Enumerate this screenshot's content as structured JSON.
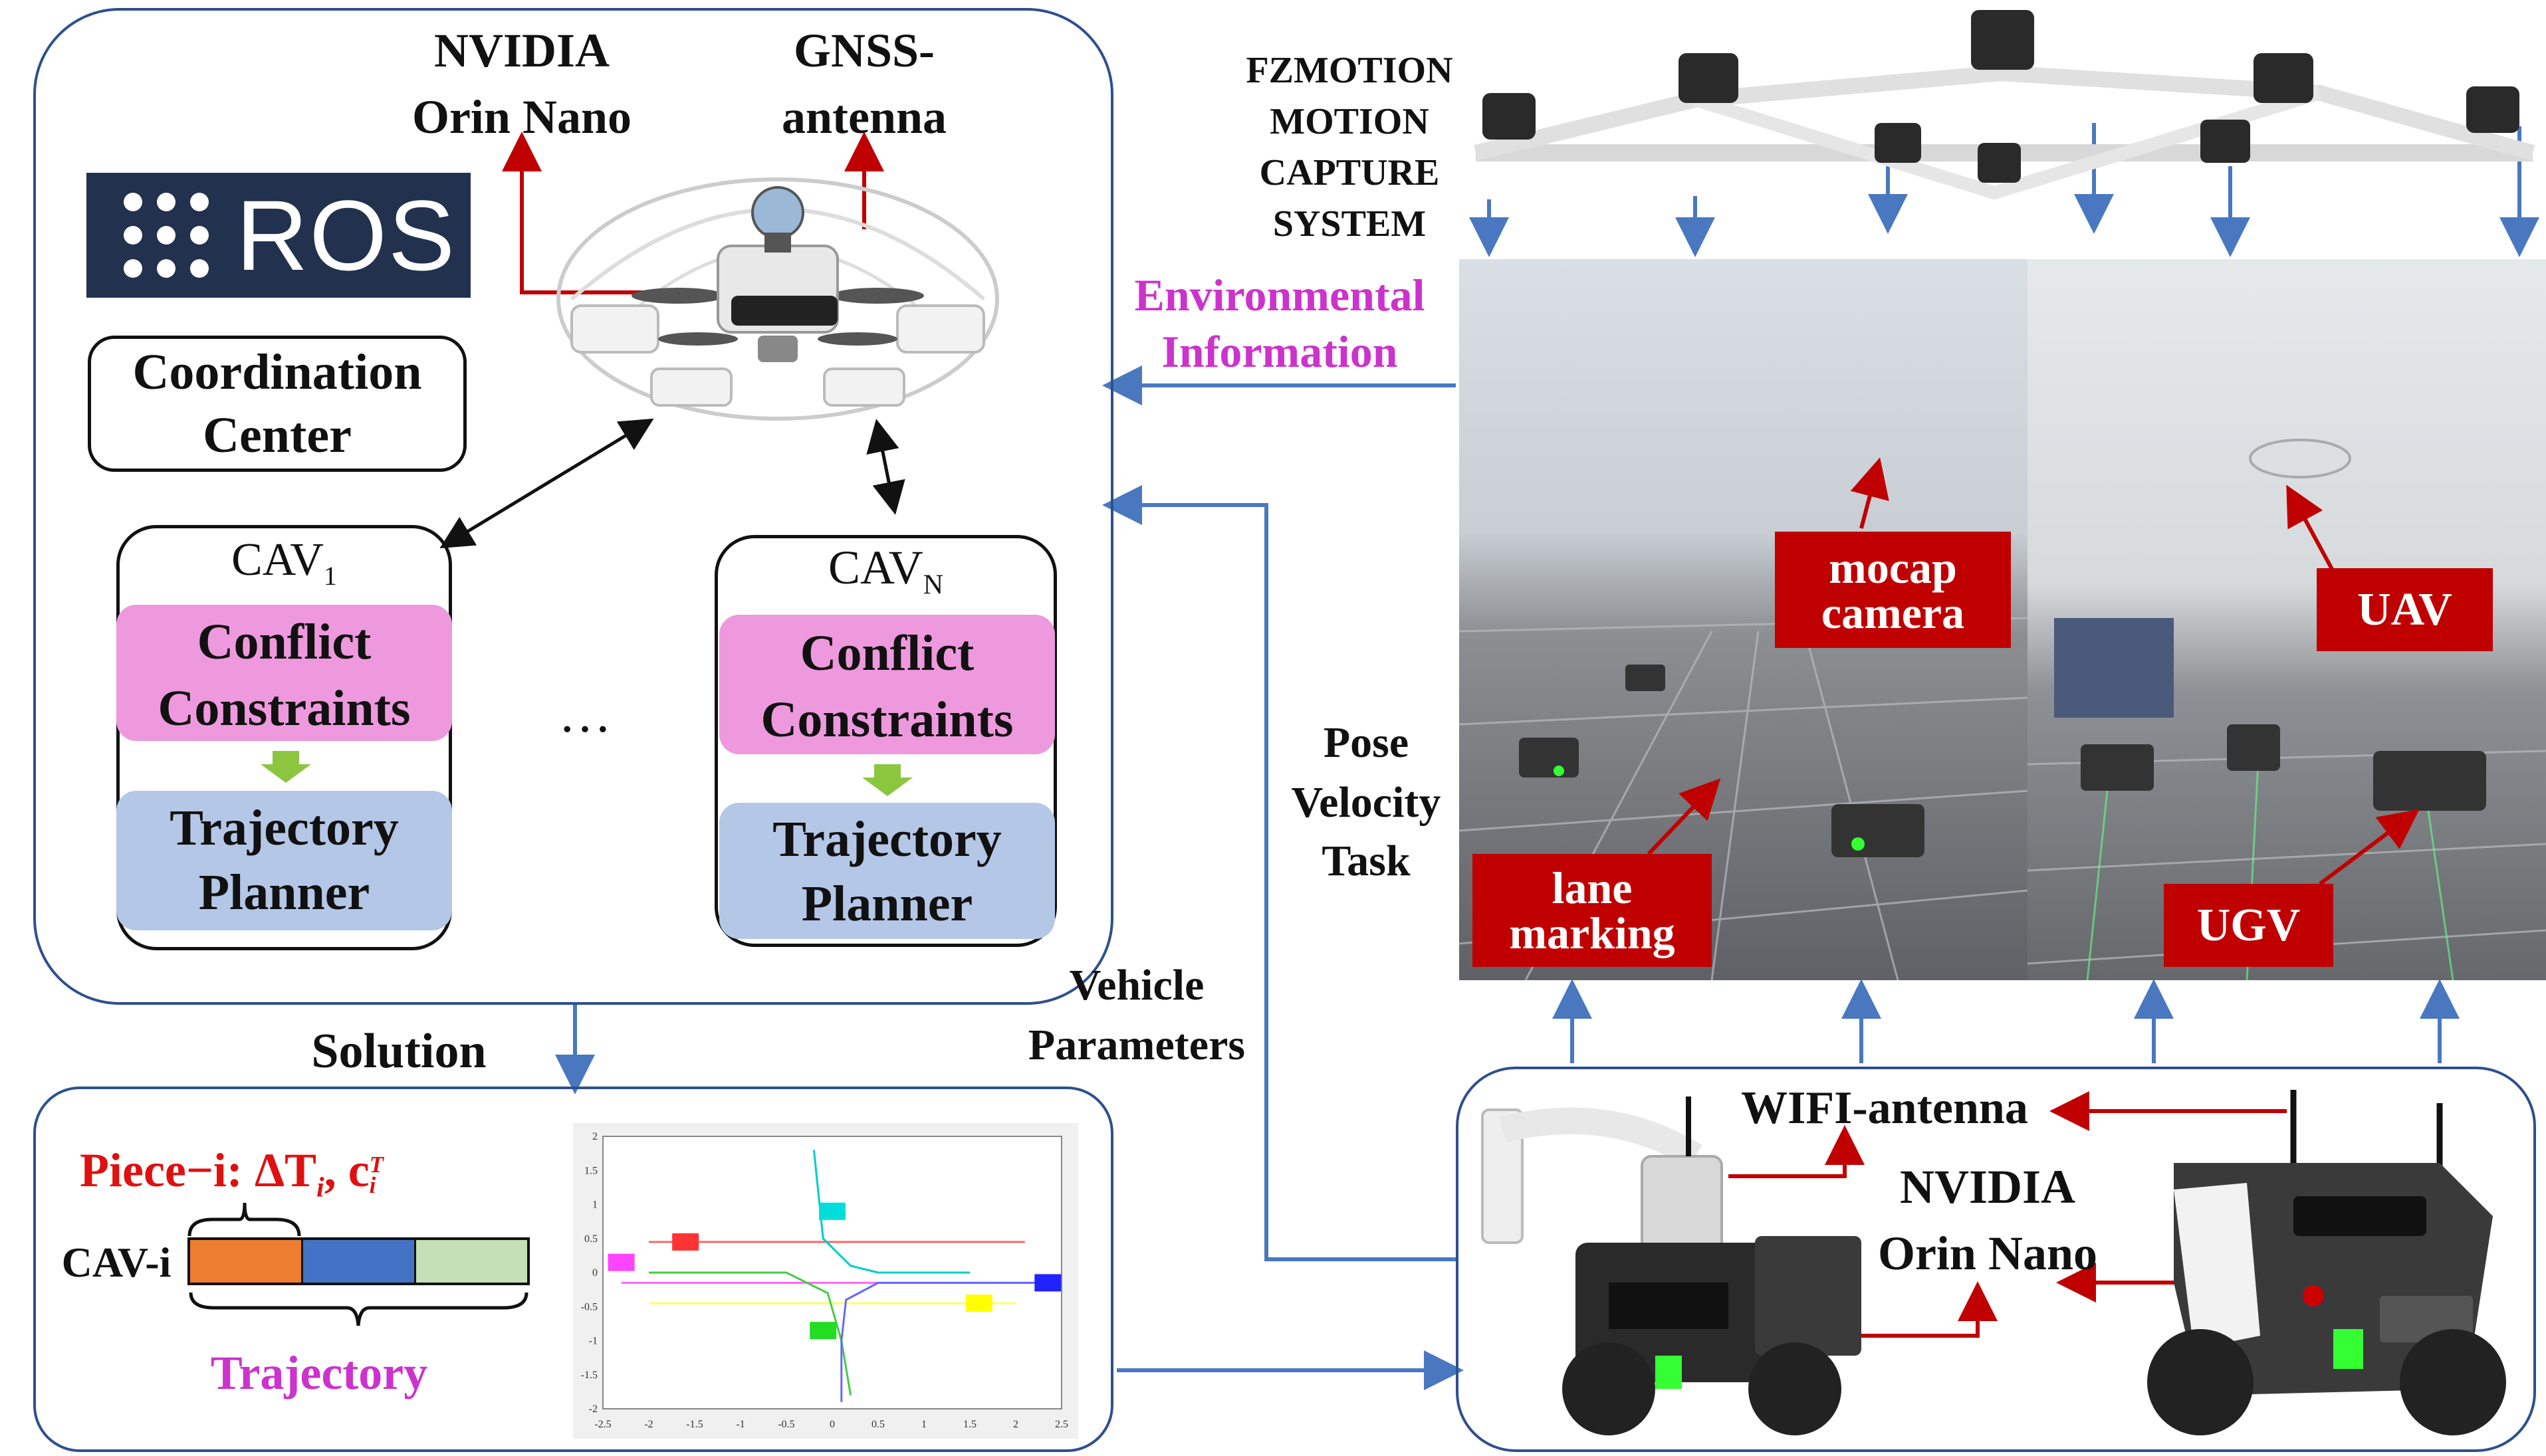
{
  "top_left": {
    "ros_logo": "ROS",
    "coordination_center": [
      "Coordination",
      "Center"
    ],
    "nvidia_label": [
      "NVIDIA",
      "Orin Nano"
    ],
    "gnss_label": [
      "GNSS-",
      "antenna"
    ],
    "cav1": {
      "name": "CAV",
      "sub": "1",
      "conflict": [
        "Conflict",
        "Constraints"
      ],
      "planner": [
        "Trajectory",
        "Planner"
      ]
    },
    "cavn": {
      "name": "CAV",
      "sub": "N",
      "conflict": [
        "Conflict",
        "Constraints"
      ],
      "planner": [
        "Trajectory",
        "Planner"
      ]
    },
    "ellipsis": "…"
  },
  "flow": {
    "solution": "Solution",
    "environmental": [
      "Environmental",
      "Information"
    ],
    "pose_velocity_task": [
      "Pose",
      "Velocity",
      "Task"
    ],
    "vehicle_parameters": [
      "Vehicle",
      "Parameters"
    ]
  },
  "mocap": {
    "title": [
      "FZMOTION",
      "MOTION",
      "CAPTURE",
      "SYSTEM"
    ],
    "labels": {
      "mocap_camera": [
        "mocap",
        "camera"
      ],
      "lane_marking": [
        "lane",
        "marking"
      ],
      "uav": "UAV",
      "ugv": "UGV"
    }
  },
  "bottom_left": {
    "piece": "Piece−i: ΔT",
    "piece_sub": "i",
    "piece_c": ", c",
    "piece_c_sub": "i",
    "piece_c_sup": "T",
    "cav_i": "CAV-i",
    "trajectory": "Trajectory",
    "segment_colors": [
      "#ed7d31",
      "#4472c4",
      "#c5e0b4"
    ]
  },
  "bottom_right": {
    "wifi_antenna": "WIFI-antenna",
    "nvidia": [
      "NVIDIA",
      "Orin Nano"
    ]
  },
  "colors": {
    "frame": "#2f4f8f",
    "arrow_blue": "#4a78c0",
    "arrow_red": "#c00000",
    "magenta": "#cc33cc",
    "conflict_fill": "#ee99dd",
    "planner_fill": "#b4c7e7",
    "ros_bg": "#22314e",
    "green_arrow": "#8cc63f"
  },
  "chart_data": {
    "type": "line",
    "title": "",
    "xlabel": "",
    "ylabel": "",
    "xlim": [
      -2.5,
      2.5
    ],
    "ylim": [
      -2.0,
      2.0
    ],
    "xticks": [
      "-2.5",
      "-2",
      "-1.5",
      "-1",
      "-0.5",
      "0",
      "0.5",
      "1",
      "1.5",
      "2",
      "2.5"
    ],
    "yticks": [
      "2",
      "1.5",
      "1",
      "0.5",
      "0",
      "-0.5",
      "-1",
      "-1.5",
      "-2"
    ],
    "series": [
      {
        "color": "#ff6666",
        "x": [
          -2.0,
          2.1
        ],
        "y": [
          0.45,
          0.45
        ]
      },
      {
        "color": "#ff66ff",
        "x": [
          -2.3,
          2.3
        ],
        "y": [
          -0.15,
          -0.15
        ]
      },
      {
        "color": "#ffff66",
        "x": [
          -2.0,
          2.0
        ],
        "y": [
          -0.45,
          -0.45
        ]
      },
      {
        "color": "#00cccc",
        "x": [
          -0.2,
          -0.1,
          0.2,
          0.5,
          1.5
        ],
        "y": [
          1.8,
          0.5,
          0.1,
          0.0,
          0.0
        ]
      },
      {
        "color": "#44cc44",
        "x": [
          -2.0,
          -0.5,
          -0.05,
          0.1,
          0.2
        ],
        "y": [
          0.0,
          0.0,
          -0.3,
          -1.0,
          -1.8
        ]
      },
      {
        "color": "#6666ff",
        "x": [
          2.3,
          0.5,
          0.15,
          0.1,
          0.1
        ],
        "y": [
          -0.15,
          -0.15,
          -0.4,
          -1.0,
          -1.9
        ]
      }
    ],
    "vehicles": [
      {
        "color": "#ff3333",
        "x": -1.6,
        "y": 0.45
      },
      {
        "color": "#ff44ff",
        "x": -2.3,
        "y": 0.15
      },
      {
        "color": "#00dddd",
        "x": 0.0,
        "y": 0.9
      },
      {
        "color": "#2222ff",
        "x": 2.35,
        "y": -0.15
      },
      {
        "color": "#ffff00",
        "x": 1.6,
        "y": -0.45
      },
      {
        "color": "#22dd22",
        "x": -0.1,
        "y": -0.85
      }
    ]
  }
}
